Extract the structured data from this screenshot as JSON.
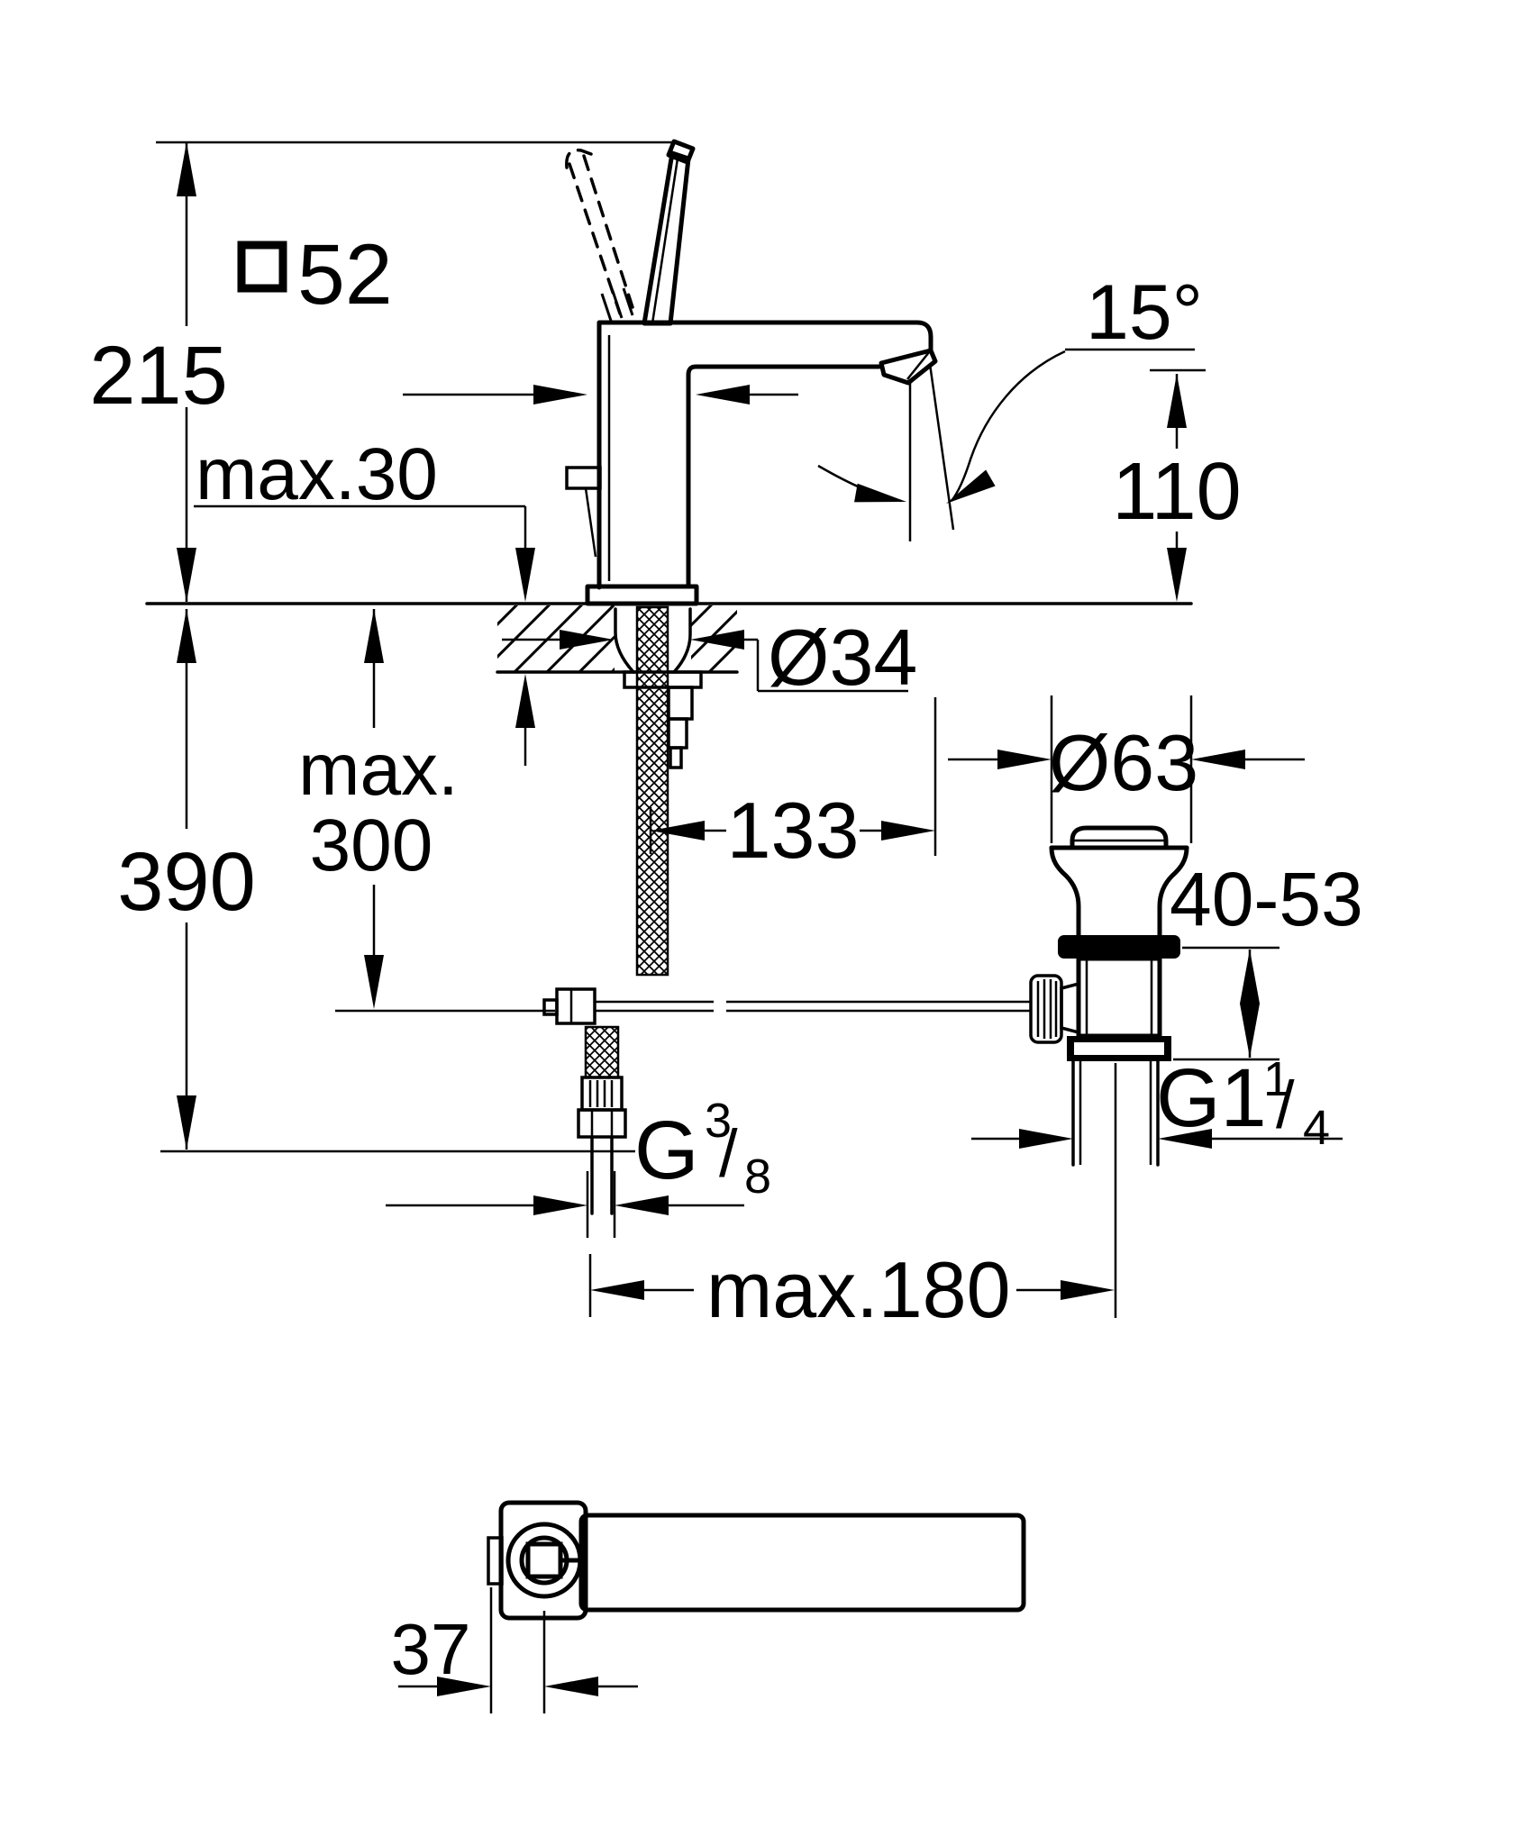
{
  "colors": {
    "line": "#000000",
    "background": "#ffffff"
  },
  "dims": {
    "height_above": "215",
    "square_size": "52",
    "max_deck": "max.30",
    "angle": "15°",
    "spout_height": "110",
    "shank_dia": "Ø34",
    "max_below_word": "max.",
    "max_below_val": "300",
    "total_below": "390",
    "rod_reach": "133",
    "waste_dia": "Ø63",
    "clamp_range": "40-53",
    "waste_thread": {
      "base": "G1",
      "sup": "1",
      "slash": "/",
      "sub": "4"
    },
    "supply_thread": {
      "base": "G",
      "sup": "3",
      "slash": "/",
      "sub": "8"
    },
    "max_rod": "max.180",
    "handle_offset": "37"
  }
}
